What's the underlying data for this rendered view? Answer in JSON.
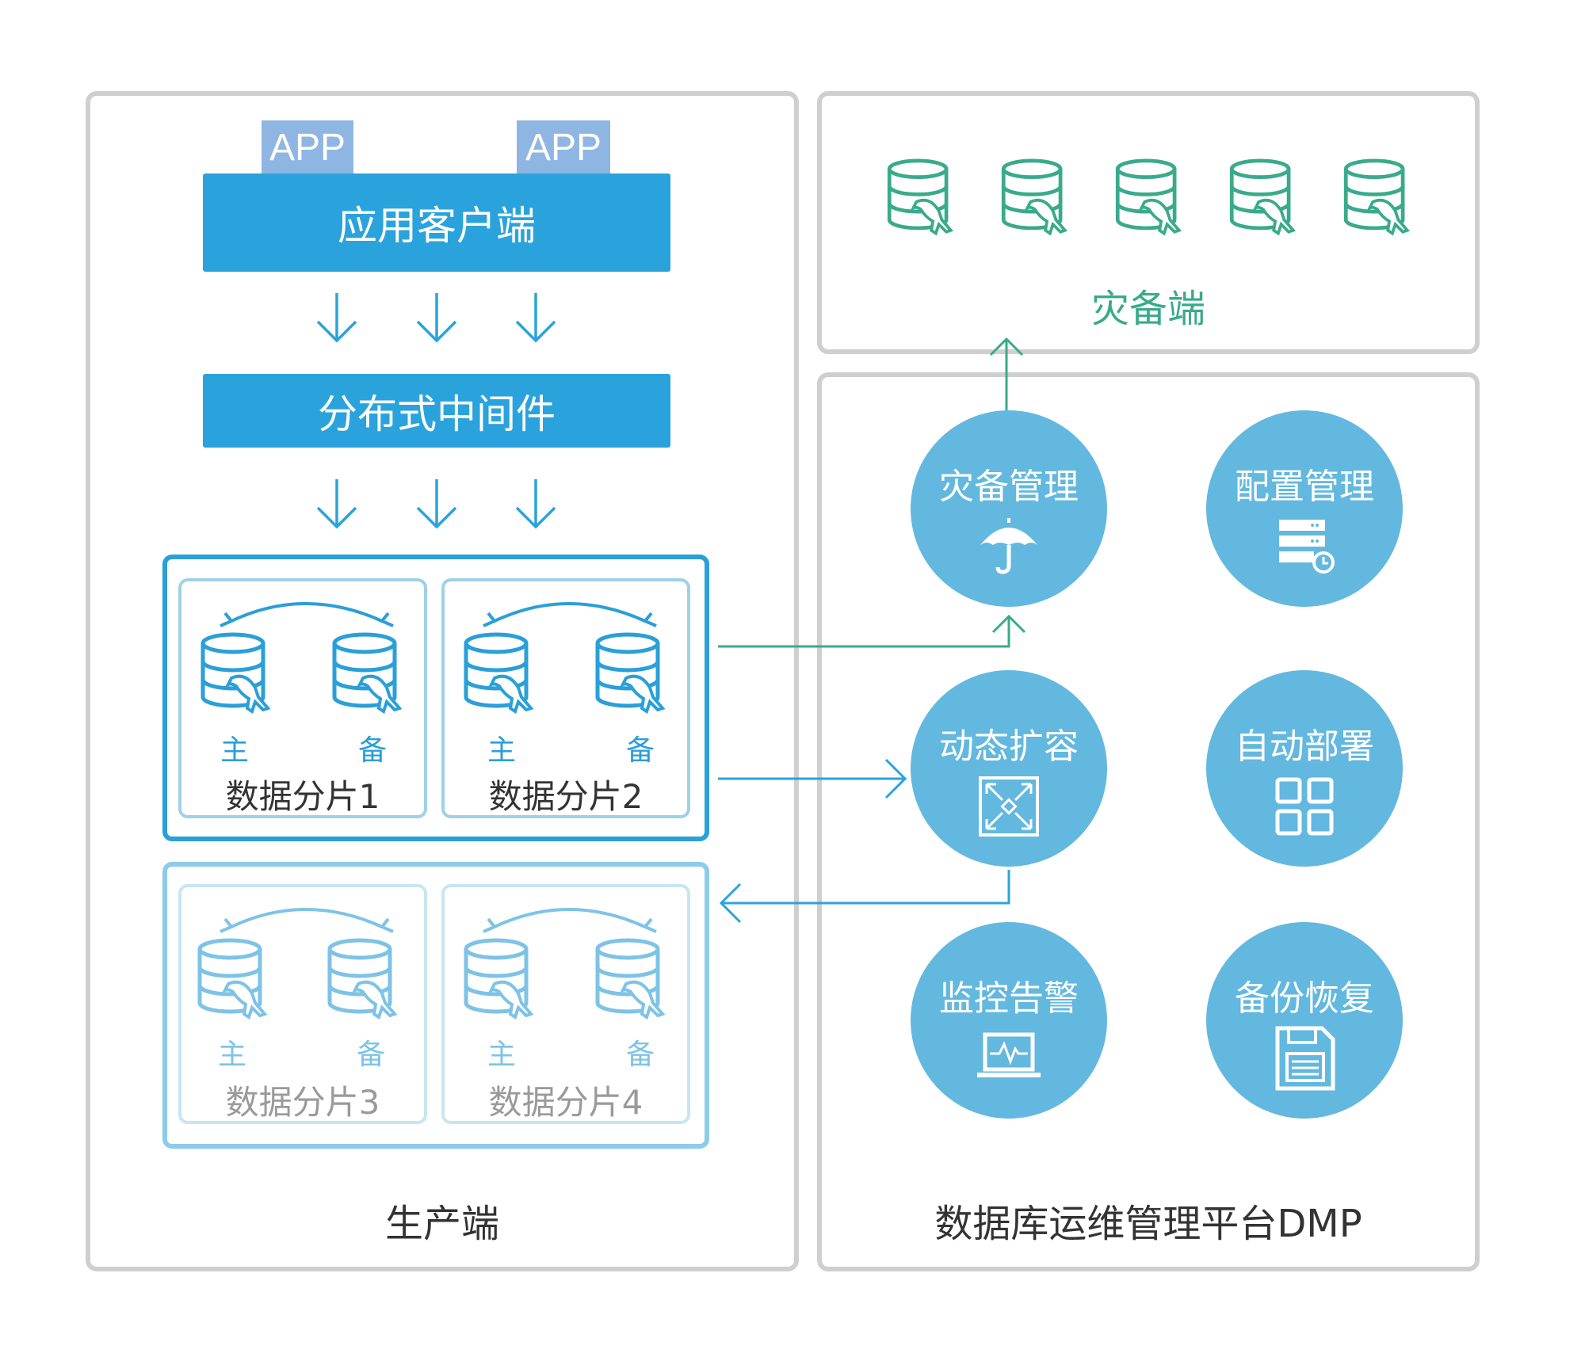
{
  "production": {
    "title": "生产端",
    "apps": [
      "APP",
      "APP"
    ],
    "client": "应用客户端",
    "middleware": "分布式中间件",
    "shards": [
      {
        "name": "数据分片1",
        "master": "主",
        "standby": "备"
      },
      {
        "name": "数据分片2",
        "master": "主",
        "standby": "备"
      },
      {
        "name": "数据分片3",
        "master": "主",
        "standby": "备"
      },
      {
        "name": "数据分片4",
        "master": "主",
        "standby": "备"
      }
    ]
  },
  "dr": {
    "title": "灾备端"
  },
  "dmp": {
    "title": "数据库运维管理平台DMP",
    "modules": [
      {
        "label": "灾备管理",
        "icon": "umbrella-icon"
      },
      {
        "label": "配置管理",
        "icon": "server-clock-icon"
      },
      {
        "label": "动态扩容",
        "icon": "expand-icon"
      },
      {
        "label": "自动部署",
        "icon": "grid-icon"
      },
      {
        "label": "监控告警",
        "icon": "monitor-icon"
      },
      {
        "label": "备份恢复",
        "icon": "floppy-icon"
      }
    ]
  },
  "colors": {
    "primary_blue": "#2aa3dc",
    "circle_blue": "#63b8df",
    "teal": "#3aaa8c",
    "app_tab": "#8fb6e2",
    "panel_border": "#cfcfcf"
  }
}
